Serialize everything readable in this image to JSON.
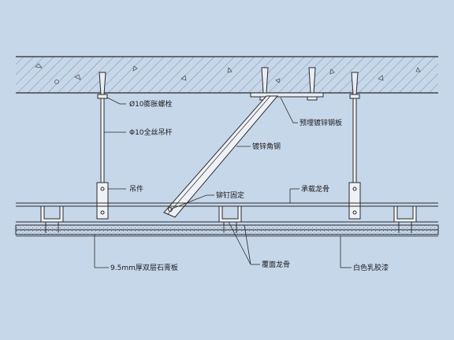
{
  "labels": {
    "expansion_bolt": "Ø10膨胀螺栓",
    "threaded_rod": "Φ10全丝吊杆",
    "embedded_plate": "预埋镀锌钢板",
    "galv_angle": "镀锌角钢",
    "hanger": "吊件",
    "rivet_fix": "铆钉固定",
    "main_keel": "承载龙骨",
    "gypsum_board": "9.5mm厚双层石膏板",
    "cover_keel": "覆面龙骨",
    "latex_paint": "白色乳胶漆"
  },
  "colors": {
    "background": "#c7d7ea",
    "line": "#2a2a2a"
  }
}
